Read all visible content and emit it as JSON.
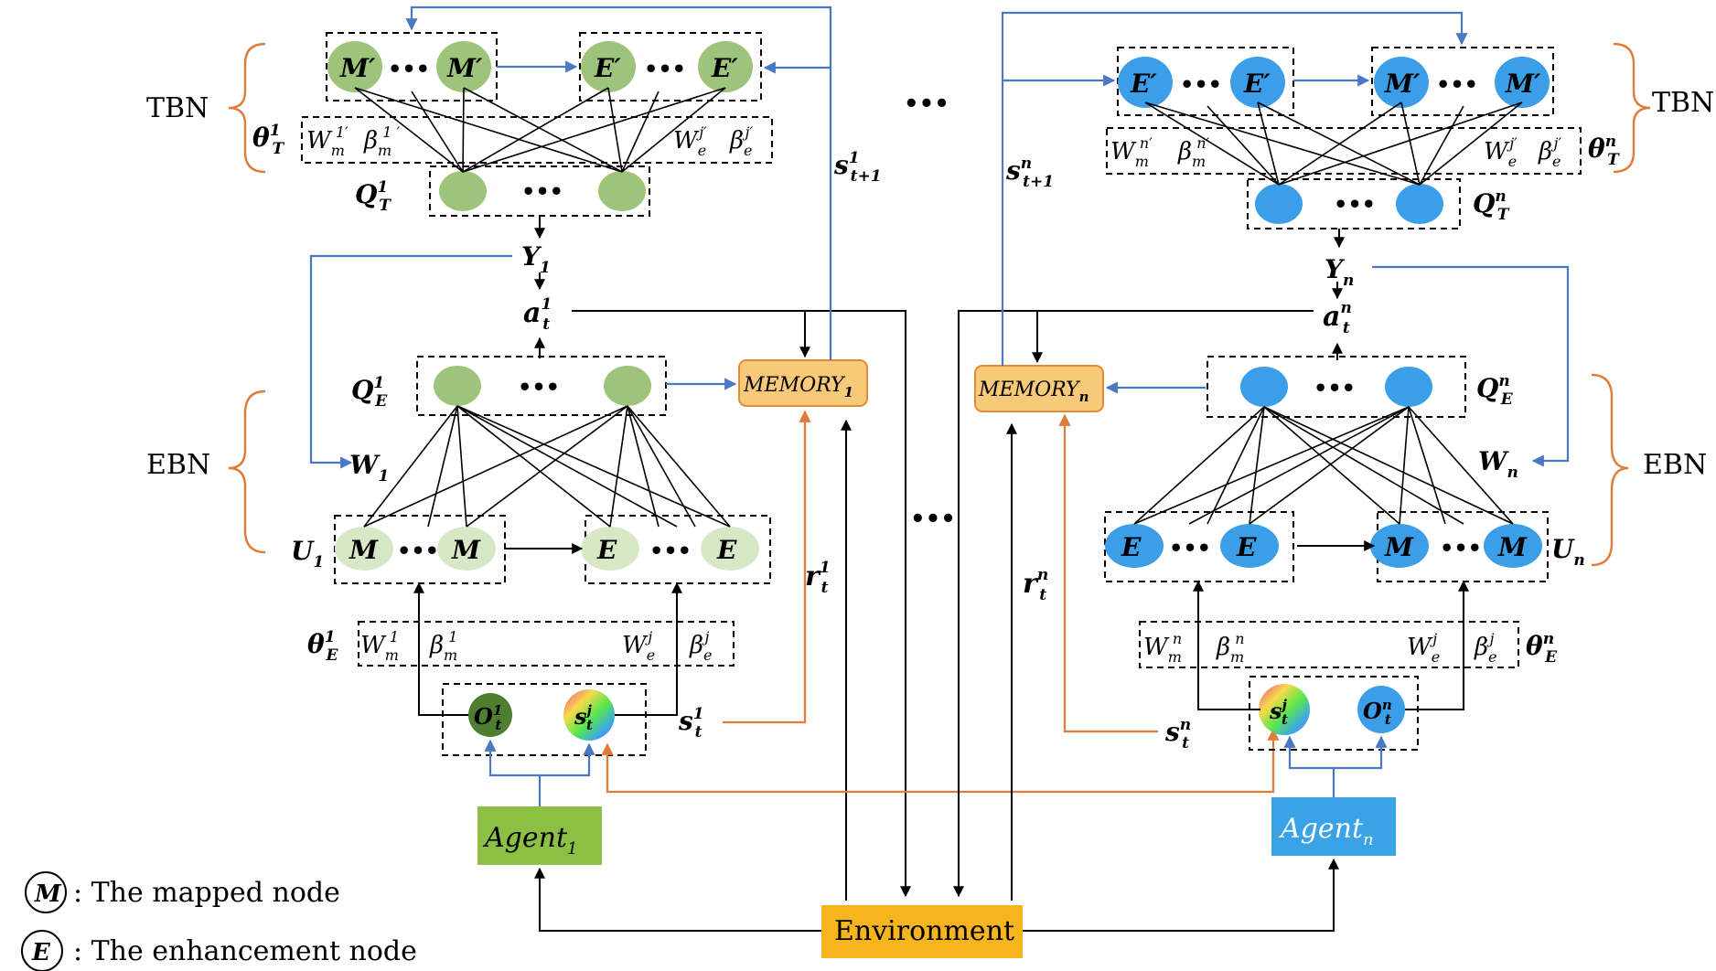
{
  "colors": {
    "green_node": "#9dc47a",
    "green_light": "#d6e8c6",
    "green_dark": "#4e7f30",
    "blue_node": "#3a9ee8",
    "agent_green": "#8cc045",
    "agent_blue": "#3aa3e8",
    "memory_fill": "#f9c97a",
    "memory_stroke": "#e08a3a",
    "environment": "#f6b51e",
    "arrow_blue": "#4a78c4",
    "arrow_orange": "#e07b39"
  },
  "labels": {
    "tbn": "TBN",
    "ebn": "EBN",
    "dots": "•••",
    "environment": "Environment"
  },
  "left": {
    "agent": "Agent",
    "agent_sub": "1",
    "memory": "MEMORY",
    "memory_sub": "1",
    "tbn_top_left_node": "M′",
    "tbn_top_right_node": "E′",
    "ebn_left_node": "M",
    "ebn_right_node": "E",
    "theta_t": "θ",
    "theta_t_sup": "1",
    "theta_t_sub": "T",
    "weights_t_left": "W",
    "weights_t_left_sub": "m",
    "weights_t_left_sup": "1′",
    "beta_t_left": "β",
    "beta_t_left_sub": "m",
    "beta_t_left_sup": "1 ′",
    "weights_t_right": "W",
    "weights_t_right_sub": "e",
    "weights_t_right_sup": "j′",
    "beta_t_right": "β",
    "beta_t_right_sub": "e",
    "beta_t_right_sup": "j′",
    "q_t": "Q",
    "q_t_sup": "1",
    "q_t_sub": "T",
    "y": "Y",
    "y_sub": "1",
    "a": "a",
    "a_sup": "1",
    "a_sub": "t",
    "q_e": "Q",
    "q_e_sup": "1",
    "q_e_sub": "E",
    "w": "W",
    "w_sub": "1",
    "u": "U",
    "u_sub": "1",
    "theta_e": "θ",
    "theta_e_sup": "1",
    "theta_e_sub": "E",
    "weights_e_left": "W",
    "weights_e_left_sub": "m",
    "weights_e_left_sup": "1",
    "beta_e_left": "β",
    "beta_e_left_sub": "m",
    "beta_e_left_sup": "1",
    "weights_e_right": "W",
    "weights_e_right_sub": "e",
    "weights_e_right_sup": "j",
    "beta_e_right": "β",
    "beta_e_right_sub": "e",
    "beta_e_right_sup": "j",
    "o": "O",
    "o_sup": "1",
    "o_sub": "t",
    "s_node": "s",
    "s_node_sup": "j",
    "s_node_sub": "t",
    "s": "s",
    "s_sup": "1",
    "s_sub": "t",
    "s_next": "s",
    "s_next_sup": "1",
    "s_next_sub": "t+1",
    "r": "r",
    "r_sup": "1",
    "r_sub": "t"
  },
  "right": {
    "agent": "Agent",
    "agent_sub": "n",
    "memory": "MEMORY",
    "memory_sub": "n",
    "tbn_top_left_node": "E′",
    "tbn_top_right_node": "M′",
    "ebn_left_node": "E",
    "ebn_right_node": "M",
    "theta_t": "θ",
    "theta_t_sup": "n",
    "theta_t_sub": "T",
    "weights_t_left": "W",
    "weights_t_left_sub": "m",
    "weights_t_left_sup": "n′",
    "beta_t_left": "β",
    "beta_t_left_sub": "m",
    "beta_t_left_sup": "n′",
    "weights_t_right": "W",
    "weights_t_right_sub": "e",
    "weights_t_right_sup": "j′",
    "beta_t_right": "β",
    "beta_t_right_sub": "e",
    "beta_t_right_sup": "j′",
    "q_t": "Q",
    "q_t_sup": "n",
    "q_t_sub": "T",
    "y": "Y",
    "y_sub": "n",
    "a": "a",
    "a_sup": "n",
    "a_sub": "t",
    "q_e": "Q",
    "q_e_sup": "n",
    "q_e_sub": "E",
    "w": "W",
    "w_sub": "n",
    "u": "U",
    "u_sub": "n",
    "theta_e": "θ",
    "theta_e_sup": "n",
    "theta_e_sub": "E",
    "weights_e_left": "W",
    "weights_e_left_sub": "m",
    "weights_e_left_sup": "n",
    "beta_e_left": "β",
    "beta_e_left_sub": "m",
    "beta_e_left_sup": "n",
    "weights_e_right": "W",
    "weights_e_right_sub": "e",
    "weights_e_right_sup": "j",
    "beta_e_right": "β",
    "beta_e_right_sub": "e",
    "beta_e_right_sup": "j",
    "o": "O",
    "o_sup": "n",
    "o_sub": "t",
    "s_node": "s",
    "s_node_sup": "j",
    "s_node_sub": "t",
    "s": "s",
    "s_sup": "n",
    "s_sub": "t",
    "s_next": "s",
    "s_next_sup": "n",
    "s_next_sub": "t+1",
    "r": "r",
    "r_sup": "n",
    "r_sub": "t"
  },
  "legend": {
    "mapped_symbol": "M",
    "mapped_text": ": The mapped node",
    "enh_symbol": "E",
    "enh_text": ": The enhancement node"
  }
}
